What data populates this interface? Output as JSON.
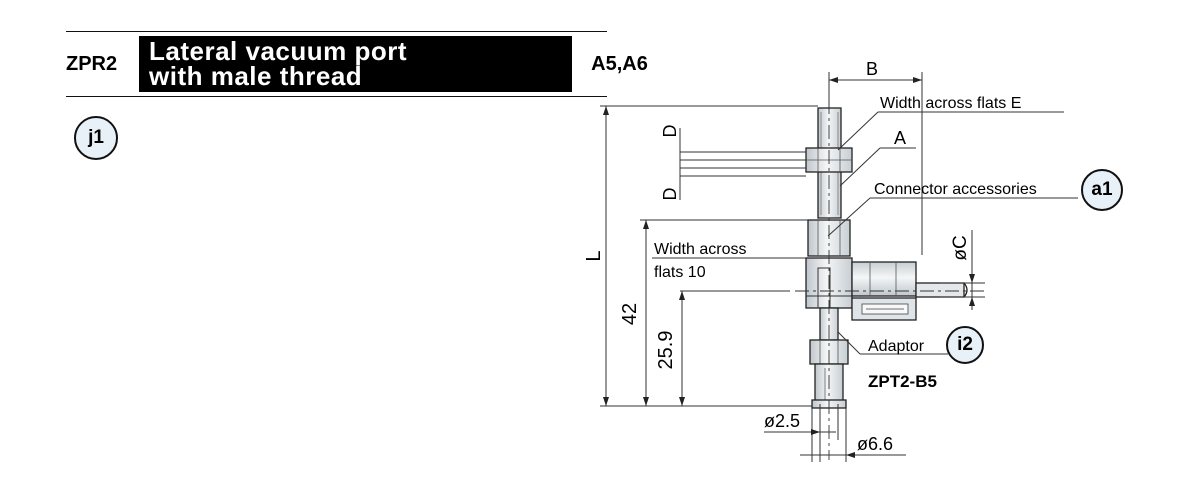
{
  "header": {
    "series_code": "ZPR2",
    "title": "Lateral vacuum port\nwith male thread",
    "models": "A5,A6"
  },
  "badges": {
    "page_ref": "j1",
    "connector_ref": "a1",
    "adaptor_ref": "i2"
  },
  "labels": {
    "dim_b": "B",
    "dim_d_top": "D",
    "dim_d_bottom": "D",
    "dim_l": "L",
    "dim_42": "42",
    "dim_25_9": "25.9",
    "dim_phi_c": "øC",
    "dim_phi_2_5": "ø2.5",
    "dim_phi_6_6": "ø6.6",
    "width_across_flats_e": "Width across flats E",
    "dim_a": "A",
    "connector_accessories": "Connector accessories",
    "width_across_flats_10_line1": "Width across",
    "width_across_flats_10_line2": "flats 10",
    "adaptor": "Adaptor",
    "adaptor_part": "ZPT2-B5"
  }
}
